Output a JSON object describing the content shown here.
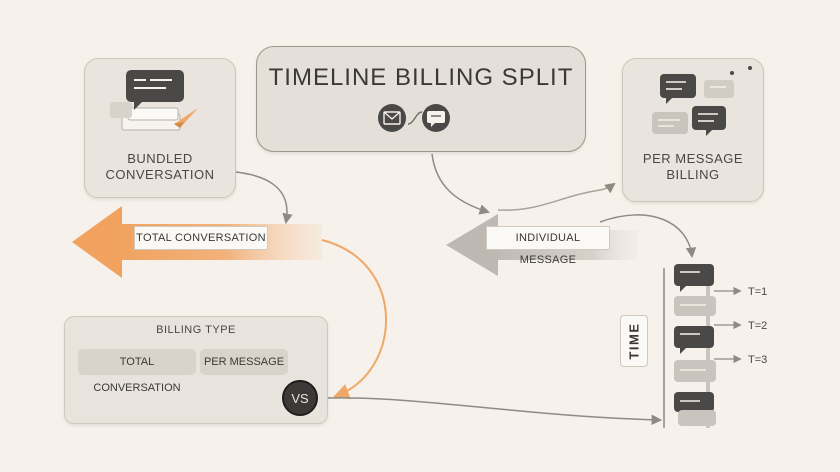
{
  "title": "TIMELINE BILLING SPLIT",
  "bundled": {
    "label_line1": "BUNDLED",
    "label_line2": "CONVERSATION"
  },
  "per_message": {
    "label_line1": "PER MESSAGE",
    "label_line2": "BILLING"
  },
  "arrows": {
    "total_label": "TOTAL CONVERSATION",
    "individual_label": "INDIVIDUAL MESSAGE"
  },
  "billing_type": {
    "title": "BILLING TYPE",
    "options": [
      "TOTAL CONVERSATION",
      "PER MESSAGE"
    ],
    "vs_label": "VS"
  },
  "timeline": {
    "axis_label": "TIME",
    "ticks": [
      "T=1",
      "T=2",
      "T=3"
    ]
  },
  "colors": {
    "accent_orange": "#f0a868",
    "dark": "#4a4947",
    "light_gray": "#c9c4bd",
    "background": "#f6f1ea"
  },
  "icons": [
    "email-icon",
    "chat-bubble-icon",
    "paper-plane-icon",
    "document-stack-icon"
  ]
}
